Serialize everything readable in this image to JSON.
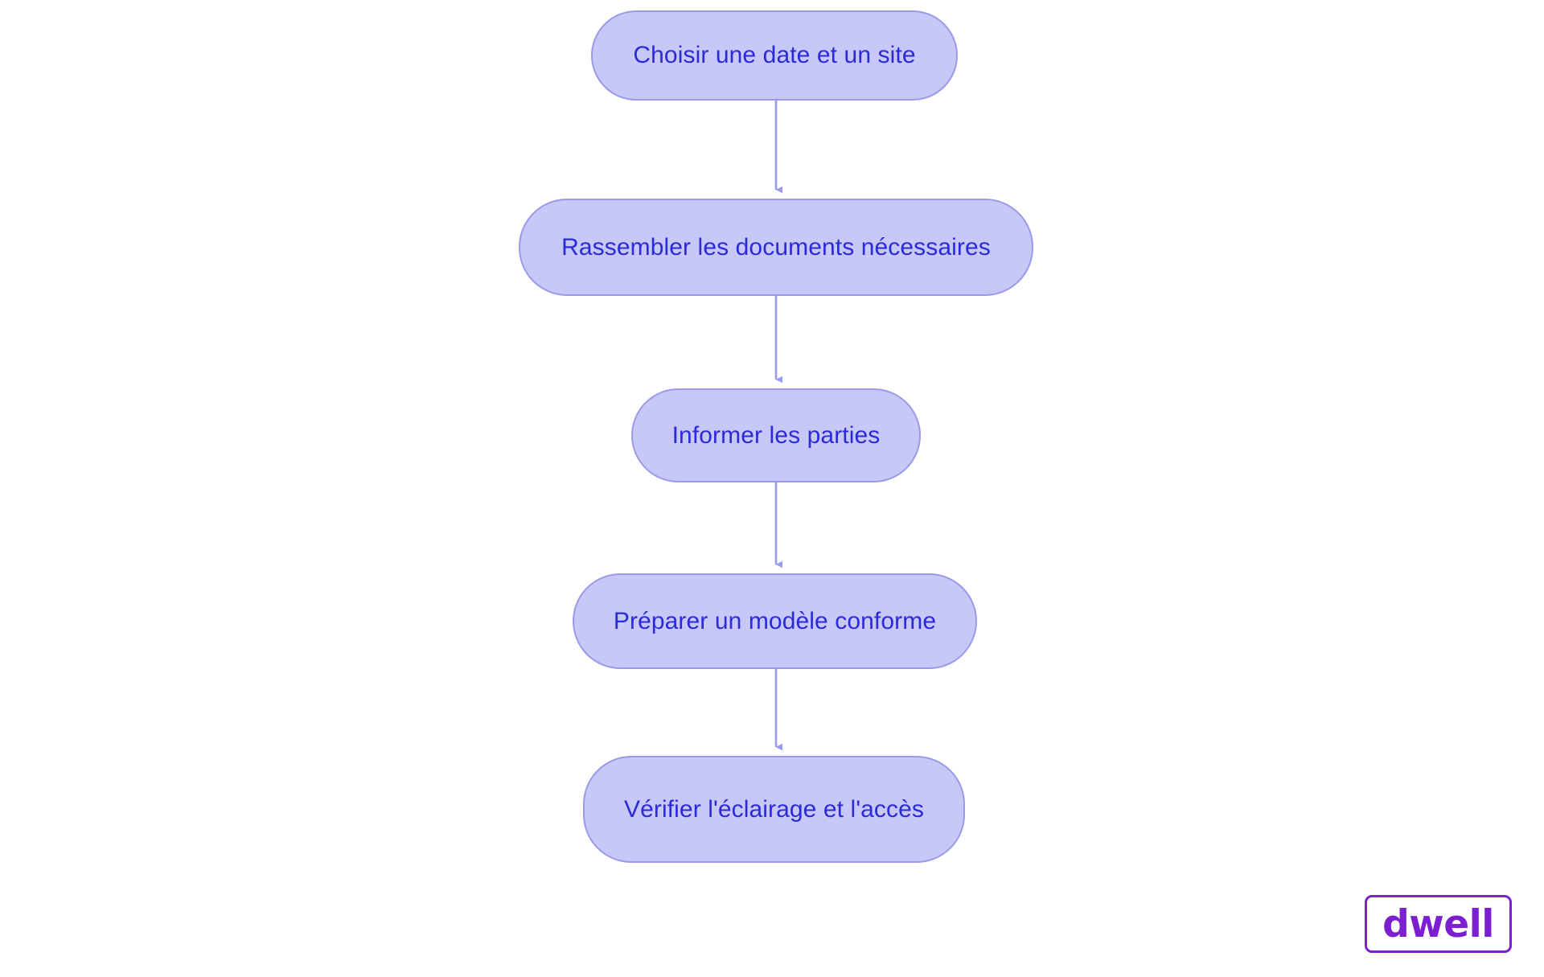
{
  "diagram": {
    "type": "flowchart",
    "orientation": "top-to-bottom",
    "background_color": "#ffffff",
    "node_fill_color": "#c8c8f8",
    "node_border_color": "#9a9aea",
    "node_text_color": "#2a2ad8",
    "edge_color": "#9a9aea",
    "nodes": [
      {
        "id": "n1",
        "label": "Choisir une date et un site"
      },
      {
        "id": "n2",
        "label": "Rassembler les documents nécessaires"
      },
      {
        "id": "n3",
        "label": "Informer les parties"
      },
      {
        "id": "n4",
        "label": "Préparer un modèle conforme"
      },
      {
        "id": "n5",
        "label": "Vérifier l'éclairage et l'accès"
      }
    ],
    "edges": [
      {
        "from": "n1",
        "to": "n2",
        "label": ""
      },
      {
        "from": "n2",
        "to": "n3",
        "label": ""
      },
      {
        "from": "n3",
        "to": "n4",
        "label": ""
      },
      {
        "from": "n4",
        "to": "n5",
        "label": ""
      }
    ]
  },
  "watermark": {
    "text": "dwell",
    "border_color": "#7b1fd0",
    "text_color": "#7b1fd0"
  }
}
